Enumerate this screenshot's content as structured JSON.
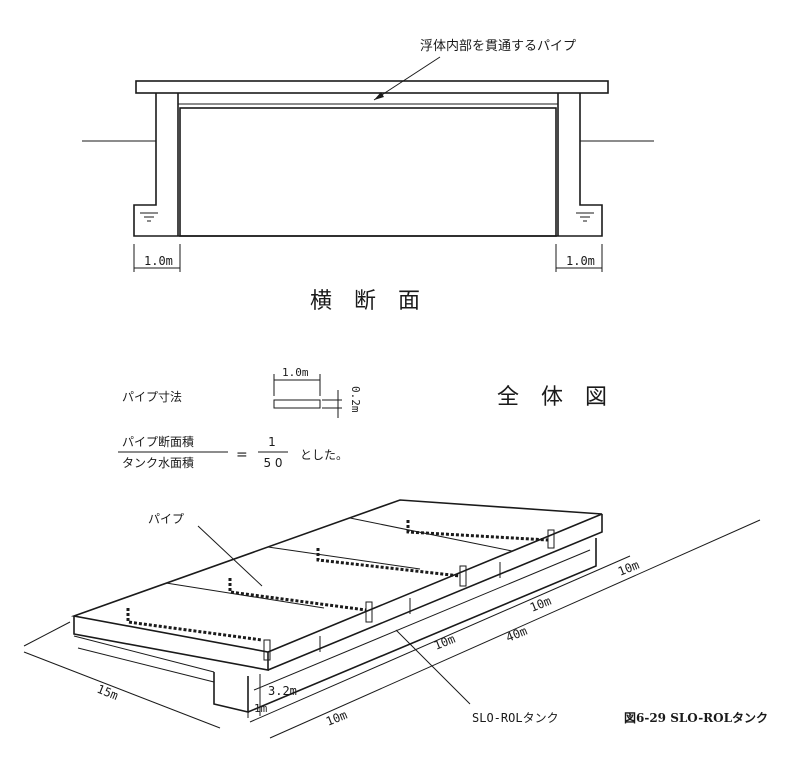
{
  "cross_section": {
    "pipe_callout": "浮体内部を貫通するパイプ",
    "left_dim": "1.0m",
    "right_dim": "1.0m",
    "title": "横　断　面"
  },
  "pipe_dims": {
    "label": "パイプ寸法",
    "width_dim": "1.0m",
    "height_dim": "0.2m"
  },
  "ratio": {
    "numerator_label": "パイプ断面積",
    "denominator_label": "タンク水面積",
    "equals": "=",
    "num": "1",
    "den": "5 0",
    "suffix": "とした。"
  },
  "overview_title": "全　体　図",
  "isometric": {
    "pipe_label": "パイプ",
    "dim_15m": "15m",
    "dim_3_2m": "3.2m",
    "dim_1m": "1m",
    "dim_10m_a": "10m",
    "dim_10m_b": "10m",
    "dim_40m": "40m",
    "dim_10m_c": "10m",
    "dim_10m_d": "10m",
    "tank_label": "SLO-ROLタンク"
  },
  "figure_caption": "図6-29 SLO-ROLタンク"
}
